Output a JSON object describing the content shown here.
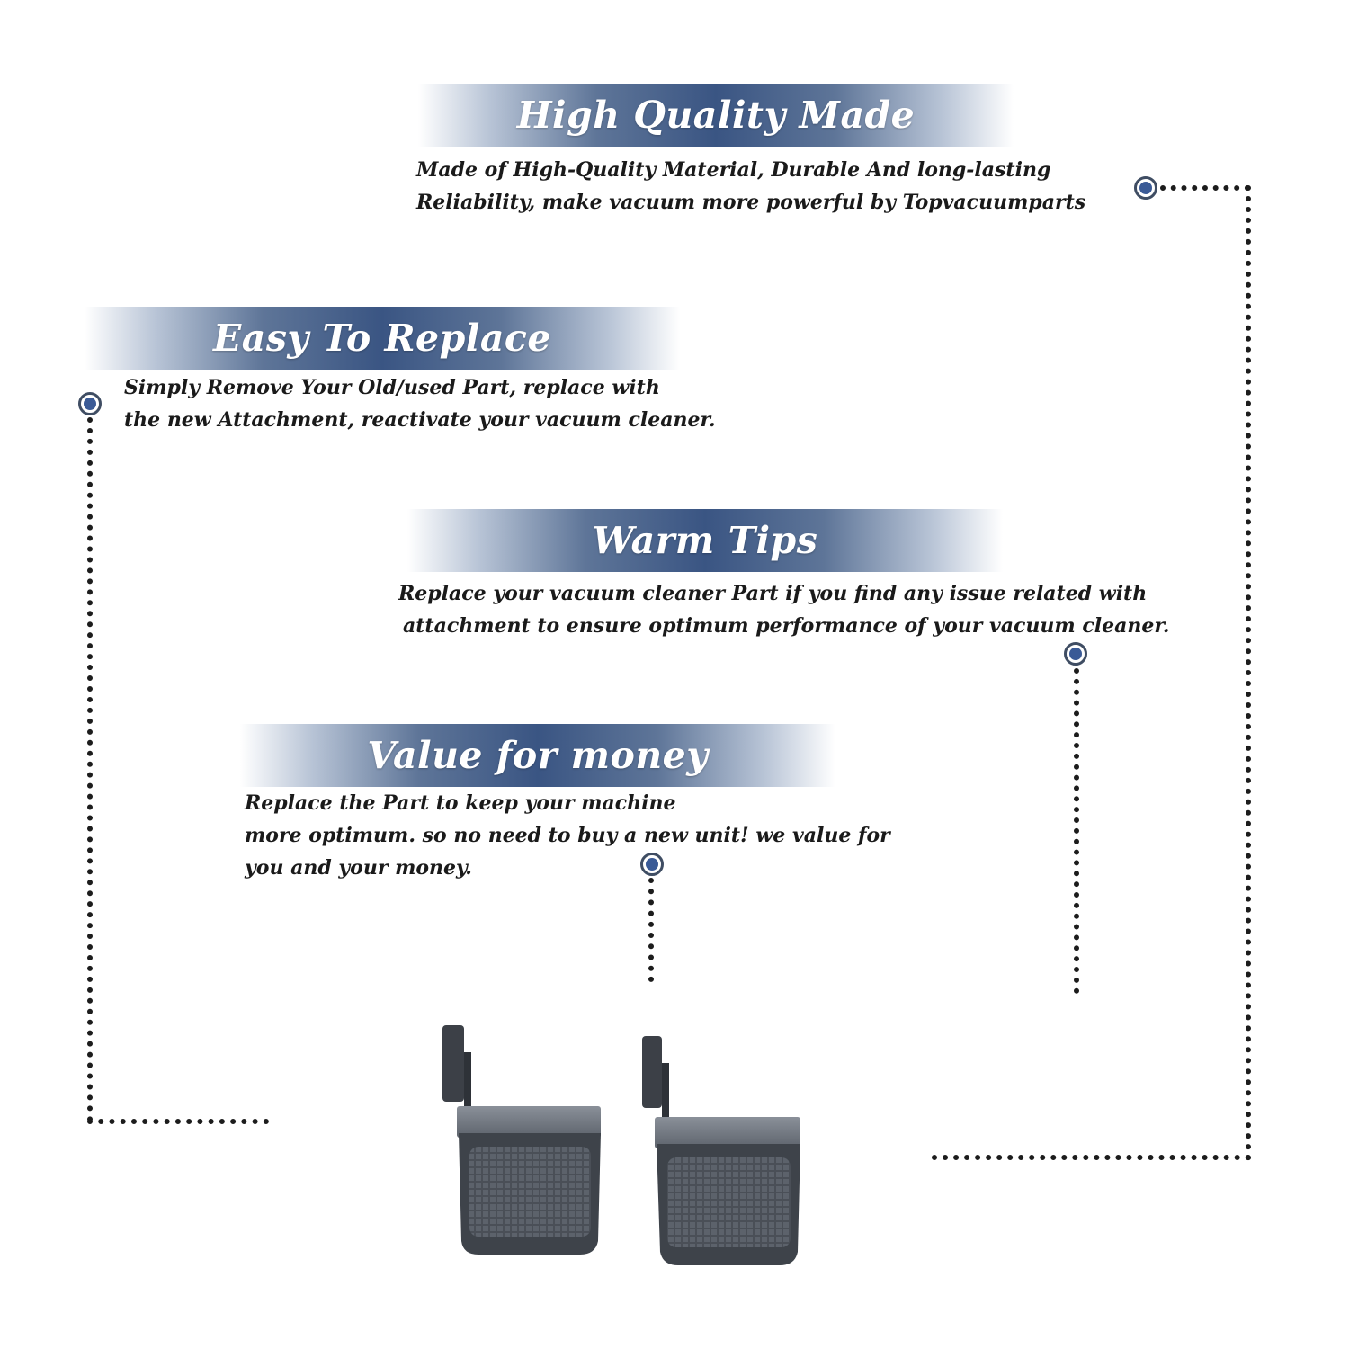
{
  "sections": {
    "high_quality": {
      "title": "High Quality Made",
      "line1": "Made of  High-Quality Material, Durable And long-lasting",
      "line2": "Reliability, make vacuum more powerful by Topvacuumparts"
    },
    "easy_replace": {
      "title": "Easy To Replace",
      "line1": "Simply Remove Your Old/used Part, replace with",
      "line2": "the new Attachment, reactivate your vacuum cleaner."
    },
    "warm_tips": {
      "title": "Warm Tips",
      "line1": "Replace your vacuum cleaner Part if you find any issue related with",
      "line2": "attachment to ensure optimum performance of your vacuum cleaner."
    },
    "value_money": {
      "title": "Value for money",
      "line1": "Replace the Part to keep your machine",
      "line2": "more optimum. so no need to buy a new unit! we value for",
      "line3": "you and your money."
    }
  },
  "colors": {
    "banner_dark": "#3a5583",
    "node_fill": "#3a5a96",
    "node_ring": "#3f4d63",
    "dots": "#1c1c1c",
    "product_body": "#4b5058"
  },
  "product": {
    "name": "vacuum pedal attachments",
    "count": 2
  }
}
